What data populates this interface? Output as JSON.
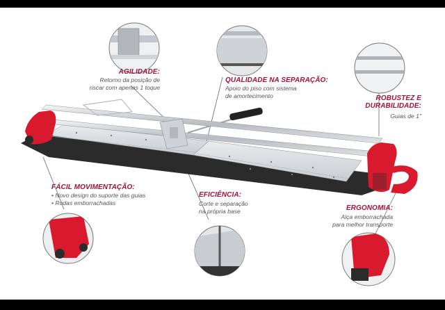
{
  "features": {
    "agilidade": {
      "title": "AGILIDADE:",
      "lines": [
        "Retorno da posição de",
        "riscar com apenas 1 toque"
      ]
    },
    "qualidade": {
      "title": "QUALIDADE NA SEPARAÇÃO:",
      "lines": [
        "Apoio do piso com sistema",
        "de amortecimento"
      ]
    },
    "robustez": {
      "title_line1": "ROBUSTEZ E",
      "title_line2": "DURABILIDADE:",
      "lines": [
        "Guias de 1\""
      ]
    },
    "facil": {
      "title": "FÁCIL MOVIMENTAÇÃO:",
      "bullets": [
        "Novo design do suporte das guias",
        "Rodas emborrachadas"
      ]
    },
    "eficiencia": {
      "title": "EFICIÊNCIA:",
      "lines": [
        "Corte e separação",
        "na própria base"
      ]
    },
    "ergonomia": {
      "title": "ERGONOMIA:",
      "lines": [
        "Alça emborrachada",
        "para melhor transporte"
      ]
    }
  },
  "colors": {
    "accent": "#a3123a",
    "frame_red": "#d8192e",
    "base_dark": "#2b2b2b",
    "rail": "#c8ccd0"
  },
  "icons": [
    "magnifier-circle",
    "tile-cutter-illustration"
  ]
}
